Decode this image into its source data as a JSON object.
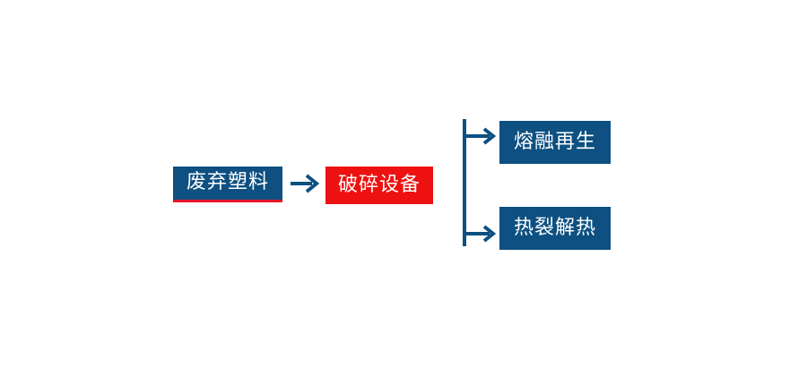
{
  "diagram": {
    "type": "process-flow",
    "background_color": "#ffffff",
    "colors": {
      "node_blue": "#0D5081",
      "node_red": "#EE1111",
      "accent_red": "#E8152A",
      "connector_blue": "#0D5081",
      "node_text": "#ffffff"
    },
    "nodes": [
      {
        "id": "waste-plastic",
        "label": "废弃塑料",
        "fill": "#0D5081",
        "text_color": "#ffffff",
        "accent_underline_color": "#E8152A",
        "stage": 1
      },
      {
        "id": "crushing-equipment",
        "label": "破碎设备",
        "fill": "#EE1111",
        "text_color": "#ffffff",
        "stage": 2
      },
      {
        "id": "melt-regeneration",
        "label": "熔融再生",
        "fill": "#0D5081",
        "text_color": "#ffffff",
        "stage": 3
      },
      {
        "id": "pyrolysis",
        "label": "热裂解热",
        "fill": "#0D5081",
        "text_color": "#ffffff",
        "stage": 3
      }
    ],
    "connectors": [
      {
        "id": "main-arrow",
        "kind": "arrow",
        "from": "waste-plastic",
        "to": "crushing-equipment",
        "color": "#0D5081"
      },
      {
        "id": "branch",
        "kind": "branching-arrows",
        "from": "crushing-equipment",
        "to": [
          "melt-regeneration",
          "pyrolysis"
        ],
        "color": "#0D5081"
      }
    ]
  }
}
